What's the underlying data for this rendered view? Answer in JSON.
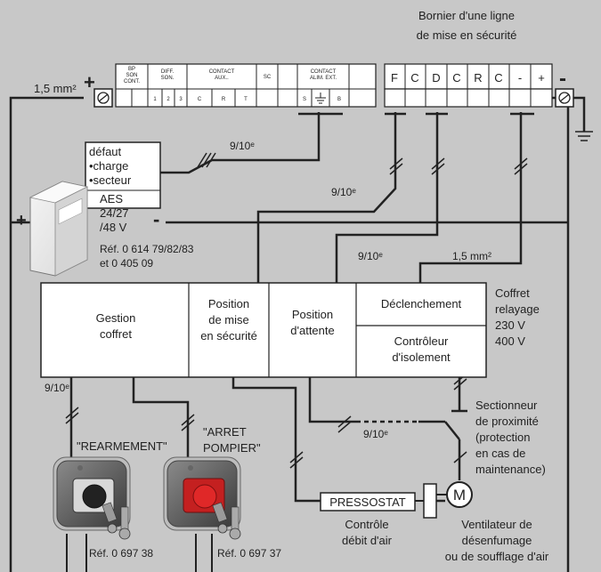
{
  "bornier_title": [
    "Bornier d'une ligne",
    "de mise en sécurité"
  ],
  "cable_15": "1,5 mm²",
  "cable_910": "9/10ᵉ",
  "plus_sign": "+",
  "minus_sign": "-",
  "terminal_strip": {
    "bp_son_cont": [
      "BP",
      "SON",
      "CONT."
    ],
    "diff_son": [
      "DIFF.",
      "SON."
    ],
    "diff_nums": [
      "1",
      "2",
      "3"
    ],
    "contact_aux": [
      "CONTACT",
      "AUX.."
    ],
    "contact_aux_letters": [
      "C",
      "R",
      "T"
    ],
    "sc": "SC",
    "contact_alim": [
      "CONTACT",
      "ALIM. EXT."
    ],
    "alim_letters": [
      "S",
      "B"
    ]
  },
  "bornier_cells": [
    "F",
    "C",
    "D",
    "C",
    "R",
    "C",
    "-",
    "+"
  ],
  "defaut": [
    "défaut",
    "•charge",
    "•secteur"
  ],
  "aes": [
    "AES",
    "24/27",
    "/48 V"
  ],
  "aes_ref": [
    "Réf. 0 614 79/82/83",
    "et 0 405 09"
  ],
  "coffret": {
    "gestion": [
      "Gestion",
      "coffret"
    ],
    "position_securite": [
      "Position",
      "de mise",
      "en sécurité"
    ],
    "position_attente": [
      "Position",
      "d'attente"
    ],
    "declenchement": "Déclenchement",
    "controleur": [
      "Contrôleur",
      "d'isolement"
    ],
    "label": [
      "Coffret",
      "relayage",
      "230 V",
      "400 V"
    ]
  },
  "sectionneur": [
    "Sectionneur",
    "de proximité",
    "(protection",
    "en cas de",
    "maintenance)"
  ],
  "rearmement": "\"REARMEMENT\"",
  "arret_pompier": [
    "\"ARRET",
    "POMPIER\""
  ],
  "pressostat": "PRESSOSTAT",
  "motor": "M",
  "controle": [
    "Contrôle",
    "débit d'air"
  ],
  "ventilateur": [
    "Ventilateur de",
    "désenfumage",
    "ou de soufflage d'air"
  ],
  "ref_rearmement": "Réf. 0 697 38",
  "ref_arret": "Réf. 0 697 37"
}
